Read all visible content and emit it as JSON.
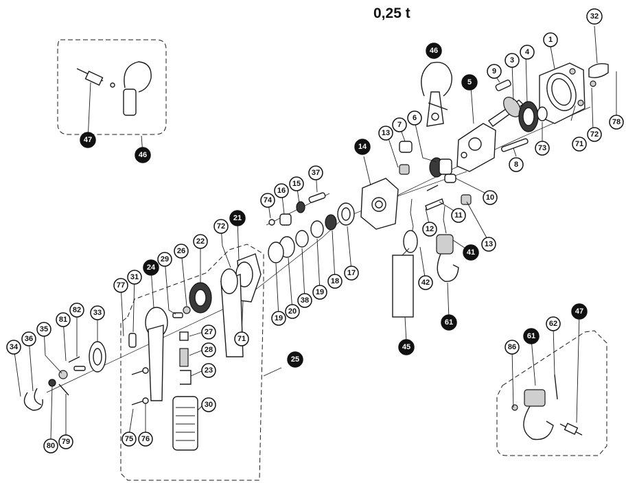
{
  "title": "0,25 t",
  "callouts": {
    "c1": "1",
    "c3": "3",
    "c4": "4",
    "c5": "5",
    "c6": "6",
    "c7": "7",
    "c8": "8",
    "c9": "9",
    "c10": "10",
    "c11": "11",
    "c12": "12",
    "c13a": "13",
    "c13b": "13",
    "c14": "14",
    "c15": "15",
    "c16": "16",
    "c17": "17",
    "c18": "18",
    "c19a": "19",
    "c19b": "19",
    "c20": "20",
    "c21": "21",
    "c22": "22",
    "c23": "23",
    "c24": "24",
    "c25": "25",
    "c26": "26",
    "c27": "27",
    "c28": "28",
    "c29": "29",
    "c30": "30",
    "c31": "31",
    "c32": "32",
    "c33": "33",
    "c34": "34",
    "c35": "35",
    "c36": "36",
    "c37": "37",
    "c38": "38",
    "c41": "41",
    "c42": "42",
    "c45": "45",
    "c46a": "46",
    "c46b": "46",
    "c47a": "47",
    "c47b": "47",
    "c61a": "61",
    "c61b": "61",
    "c62": "62",
    "c71a": "71",
    "c71b": "71",
    "c72a": "72",
    "c72b": "72",
    "c73": "73",
    "c74": "74",
    "c75": "75",
    "c76": "76",
    "c77": "77",
    "c78": "78",
    "c79": "79",
    "c80": "80",
    "c81": "81",
    "c82": "82",
    "c86": "86"
  }
}
